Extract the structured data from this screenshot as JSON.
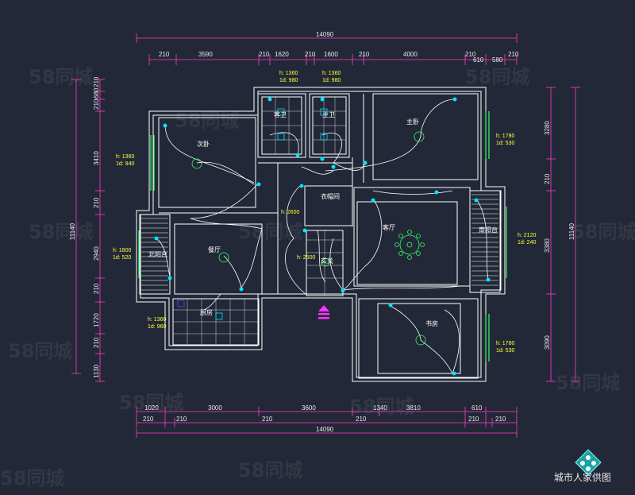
{
  "dimensions": {
    "overall_top": "14090",
    "overall_bottom": "14090",
    "top_row": [
      "210",
      "3590",
      "210",
      "1620",
      "210",
      "1600",
      "210",
      "4000",
      "210",
      "610",
      "580",
      "210"
    ],
    "bottom_row_a": [
      "1020",
      "3000",
      "3600",
      "1340",
      "3810",
      "610"
    ],
    "bottom_row_b": [
      "210",
      "210",
      "210",
      "210",
      "210",
      "210"
    ],
    "left_total": "11140",
    "left_row": [
      "210",
      "680",
      "210",
      "3410",
      "210",
      "2940",
      "210",
      "1720",
      "210",
      "1130"
    ],
    "right_total": "11140",
    "right_row": [
      "3280",
      "210",
      "3380",
      "3090"
    ]
  },
  "rooms": {
    "second_bedroom": "次卧",
    "guest_bath": "客卫",
    "master_bath": "主卫",
    "master_bedroom": "主卧",
    "cloakroom": "衣帽间",
    "living_room": "客厅",
    "north_balcony": "北阳台",
    "dining_room": "餐厅",
    "entrance": "玄关",
    "south_balcony": "南阳台",
    "kitchen": "厨房",
    "study": "书房"
  },
  "notes": {
    "second_bedroom": [
      "h: 1360",
      "1d: 940"
    ],
    "guest_bath": [
      "h: 1360",
      "1d: 980"
    ],
    "master_bath": [
      "h: 1360",
      "1d: 980"
    ],
    "master_bedroom": [
      "h: 1780",
      "1d: 530"
    ],
    "cloak_h": "h: 2600",
    "entrance_h": "h: 2500",
    "south_balcony": [
      "h: 2120",
      "1d: 240"
    ],
    "north_balcony": [
      "h: 1800",
      "1d: 520"
    ],
    "kitchen": [
      "h: 1360",
      "1d: 960"
    ],
    "study": [
      "h: 1780",
      "1d: 530"
    ]
  },
  "watermark": "58同城",
  "brand": "城市人家供图",
  "colors": {
    "background": "#222837",
    "wall": "#ffffff",
    "dimension": "#ff3bc6",
    "wire": "#ffffff",
    "fixture": "#00e5ff",
    "fixture_green": "#33ff66",
    "note_text": "#ffff33",
    "entry_marker": "#ff33ff"
  }
}
